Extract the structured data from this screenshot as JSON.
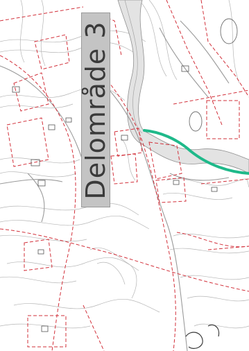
{
  "map": {
    "area_label": "Delområde 3",
    "colors": {
      "background": "#ffffff",
      "contour": "#b5b5b5",
      "contour_dark": "#8f8f8f",
      "property_line": "#d2303a",
      "road": "#9a9a9a",
      "water": "#d9d9d9",
      "highlight_route": "#1fb98a",
      "label_box": "#c4c4c4",
      "label_text": "#3a3a3a"
    },
    "icons": [
      "contour-lines",
      "property-boundaries",
      "roads",
      "buildings",
      "highlight-route"
    ]
  }
}
